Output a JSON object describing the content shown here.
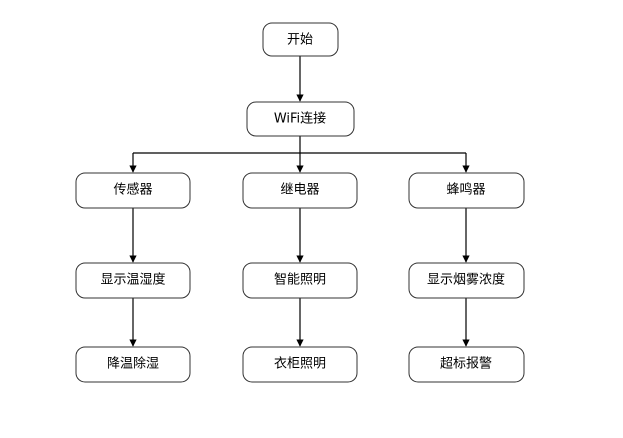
{
  "diagram": {
    "nodes": {
      "start": "开始",
      "wifi": "WiFi连接",
      "sensor": "传感器",
      "relay": "继电器",
      "buzzer": "蜂鸣器",
      "show_temp": "显示温湿度",
      "smart_light": "智能照明",
      "show_smoke": "显示烟雾浓度",
      "cool_dehumid": "降温除湿",
      "wardrobe_light": "衣柜照明",
      "alarm": "超标报警"
    }
  }
}
